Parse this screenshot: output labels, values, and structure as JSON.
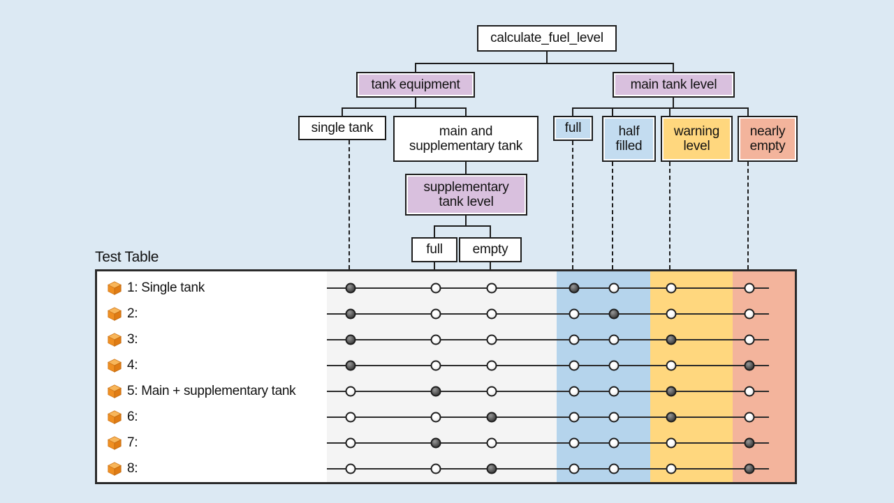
{
  "diagram": {
    "type": "classification-tree-method",
    "root": {
      "label": "calculate_fuel_level"
    },
    "classifications": [
      {
        "id": "tank_equipment",
        "label": "tank equipment"
      },
      {
        "id": "main_tank_level",
        "label": "main tank level"
      },
      {
        "id": "supplementary_tank_level",
        "label": "supplementary\ntank level"
      }
    ],
    "classes": [
      {
        "id": "single_tank",
        "label": "single tank",
        "color": "#ffffff"
      },
      {
        "id": "main_and_supp",
        "label": "main and\nsupplementary tank",
        "color": "#ffffff"
      },
      {
        "id": "supp_full",
        "label": "full",
        "color": "#ffffff"
      },
      {
        "id": "supp_empty",
        "label": "empty",
        "color": "#ffffff"
      },
      {
        "id": "full",
        "label": "full",
        "color": "#c3dcf0"
      },
      {
        "id": "half_filled",
        "label": "half\nfilled",
        "color": "#c3dcf0"
      },
      {
        "id": "warning_level",
        "label": "warning\nlevel",
        "color": "#ffd77e"
      },
      {
        "id": "nearly_empty",
        "label": "nearly\nempty",
        "color": "#f3b49c"
      }
    ]
  },
  "test_table": {
    "title": "Test Table",
    "columns": [
      {
        "key": "single_tank",
        "label": "single tank"
      },
      {
        "key": "supp_full",
        "label": "full"
      },
      {
        "key": "supp_empty",
        "label": "empty"
      },
      {
        "key": "full",
        "label": "full"
      },
      {
        "key": "half_filled",
        "label": "half filled"
      },
      {
        "key": "warning_level",
        "label": "warning level"
      },
      {
        "key": "nearly_empty",
        "label": "nearly empty"
      }
    ],
    "rows": [
      {
        "label": "1: Single tank",
        "marks": [
          1,
          0,
          0,
          1,
          0,
          0,
          0
        ]
      },
      {
        "label": "2:",
        "marks": [
          1,
          0,
          0,
          0,
          1,
          0,
          0
        ]
      },
      {
        "label": "3:",
        "marks": [
          1,
          0,
          0,
          0,
          0,
          1,
          0
        ]
      },
      {
        "label": "4:",
        "marks": [
          1,
          0,
          0,
          0,
          0,
          0,
          1
        ]
      },
      {
        "label": "5: Main + supplementary tank",
        "marks": [
          0,
          1,
          0,
          0,
          0,
          1,
          0
        ]
      },
      {
        "label": "6:",
        "marks": [
          0,
          0,
          1,
          0,
          0,
          1,
          0
        ]
      },
      {
        "label": "7:",
        "marks": [
          0,
          1,
          0,
          0,
          0,
          0,
          1
        ]
      },
      {
        "label": "8:",
        "marks": [
          0,
          0,
          1,
          0,
          0,
          0,
          1
        ]
      }
    ]
  },
  "colors": {
    "background": "#dce9f3",
    "classification_fill": "#d9c0de",
    "class_blue": "#c3dcf0",
    "class_amber": "#ffd77e",
    "class_salmon": "#f3b49c",
    "band_gray": "#f4f4f4",
    "cube_icon": "#f3922b",
    "outline": "#1c1c1c"
  }
}
